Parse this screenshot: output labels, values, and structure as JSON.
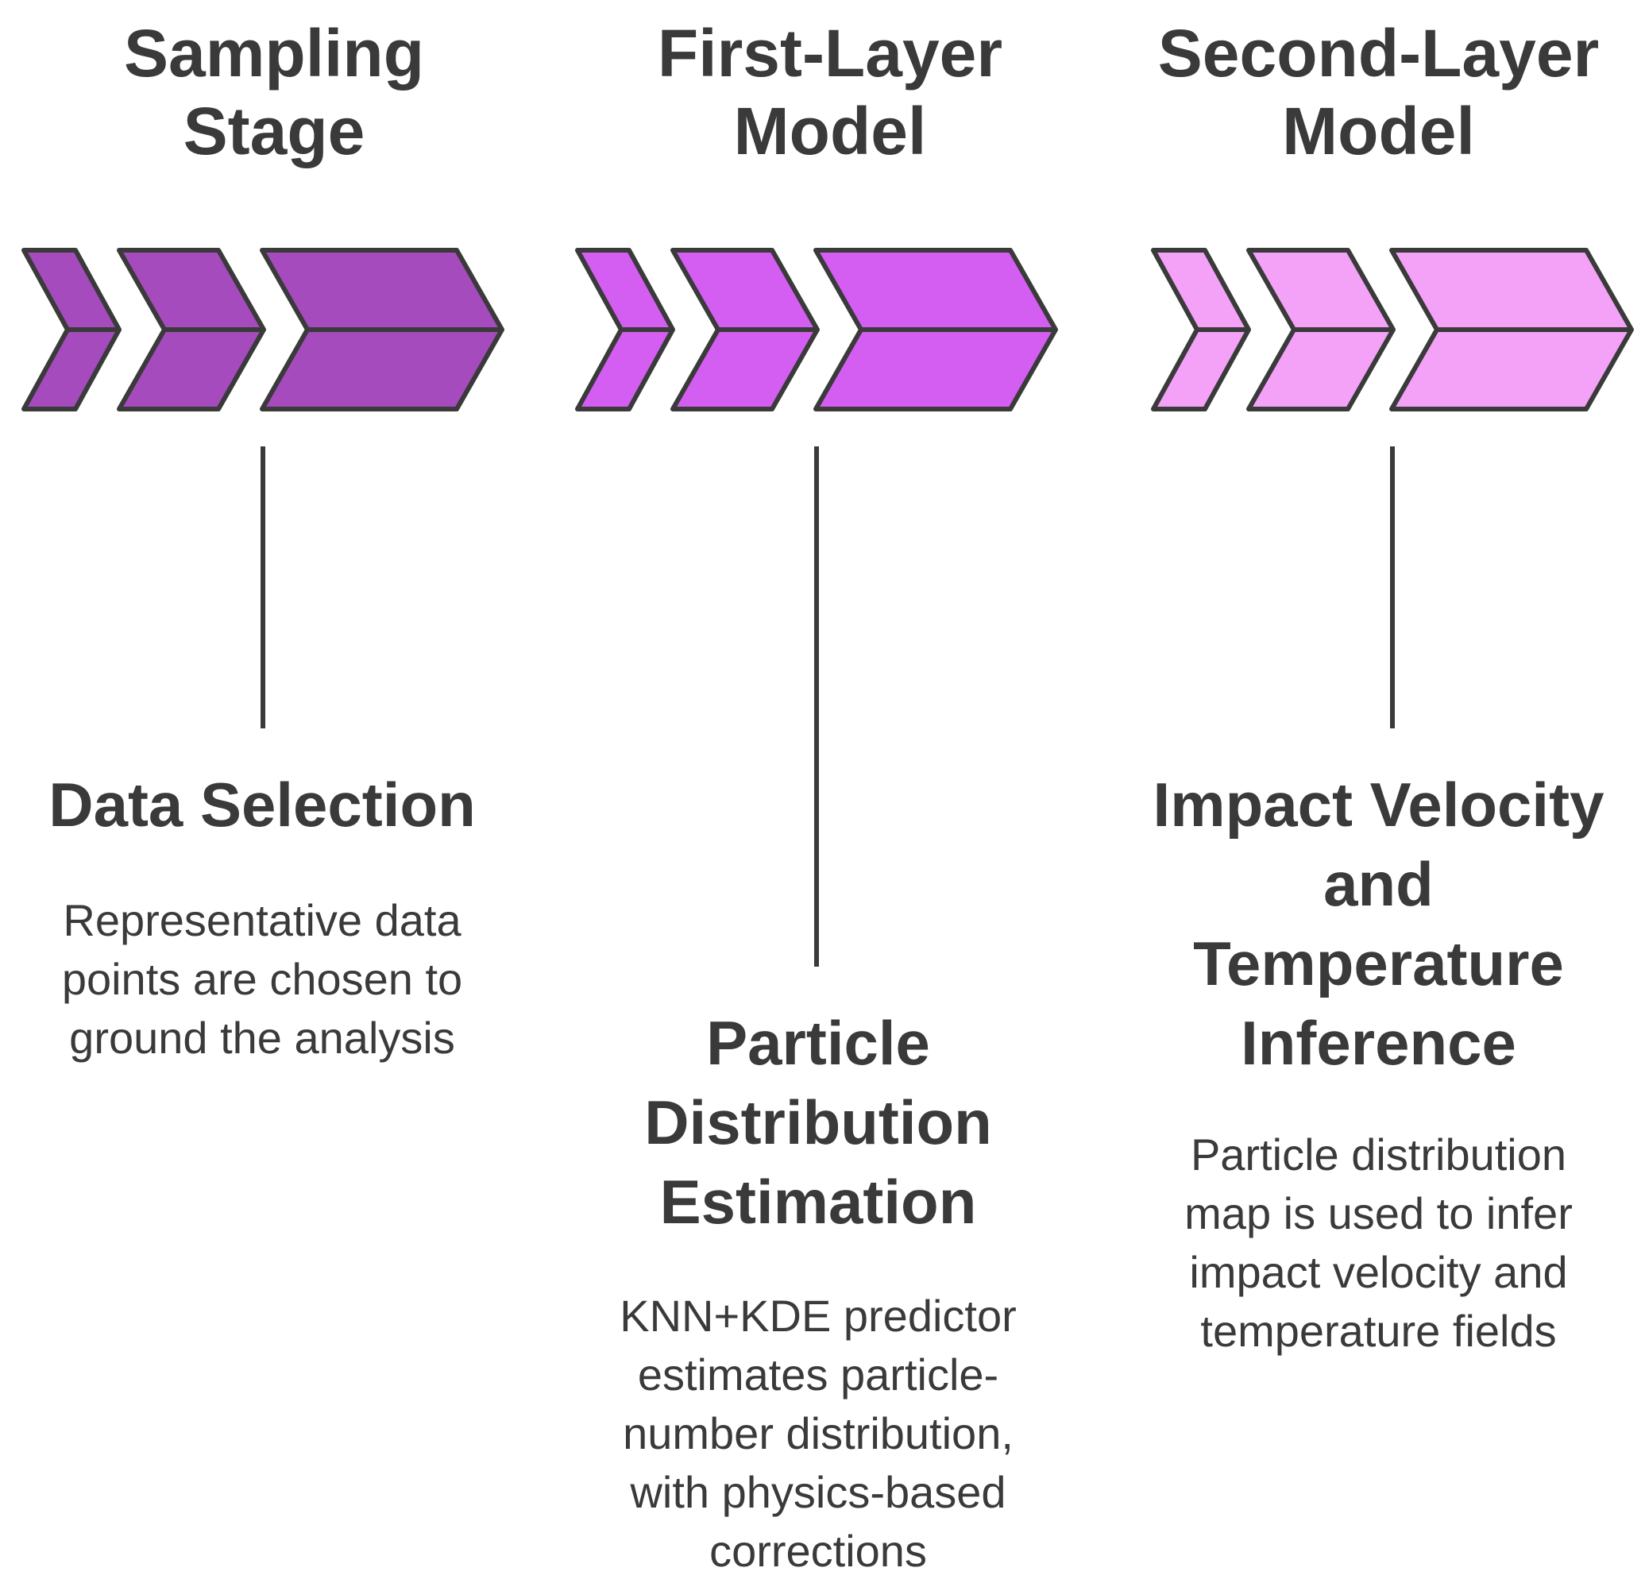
{
  "stages": [
    {
      "title": "Sampling\nStage",
      "step_title": "Data Selection",
      "description": "Representative data\npoints are chosen to\nground the analysis",
      "color": "#a54bbd"
    },
    {
      "title": "First-Layer\nModel",
      "step_title": "Particle\nDistribution\nEstimation",
      "description": "KNN+KDE predictor\nestimates particle-\nnumber distribution,\nwith physics-based\ncorrections",
      "color": "#d45ef2"
    },
    {
      "title": "Second-Layer\nModel",
      "step_title": "Impact Velocity\nand\nTemperature\nInference",
      "description": "Particle distribution\nmap is used to infer\nimpact velocity and\ntemperature fields",
      "color": "#f4a2f8"
    }
  ],
  "outline_color": "#3a3a3a"
}
